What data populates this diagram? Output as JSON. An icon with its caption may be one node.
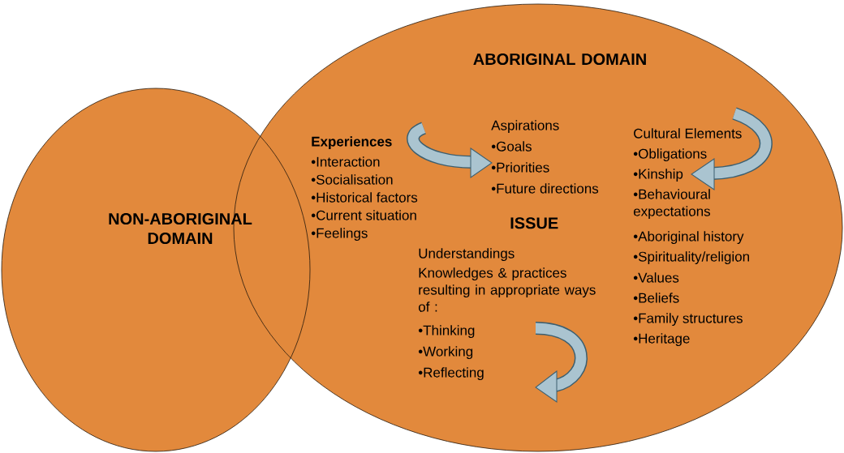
{
  "diagram": {
    "nodes": [
      {
        "text": [
          "NON-ABORIGINAL DOMAIN"
        ]
      },
      {
        "text": [
          "ABORIGINAL DOMAIN"
        ]
      }
    ],
    "edges": [],
    "labels": [
      "Experiences",
      "•Interaction",
      "•Socialisation",
      "•Historical factors",
      "•Current situation",
      "•Feelings",
      "Aspirations",
      "•Goals",
      "•Priorities",
      "•Future directions",
      "Cultural Elements",
      "•Obligations",
      "•Kinship",
      "•Behavioural expectations",
      "•Aboriginal history",
      "•Spirituality/religion",
      "•Values",
      "•Beliefs",
      "•Family structures",
      "•Heritage",
      "ISSUE",
      "Understandings",
      "Knowledges & practices resulting in appropriate ways of :",
      "•Thinking",
      "•Working",
      "•Reflecting"
    ]
  }
}
